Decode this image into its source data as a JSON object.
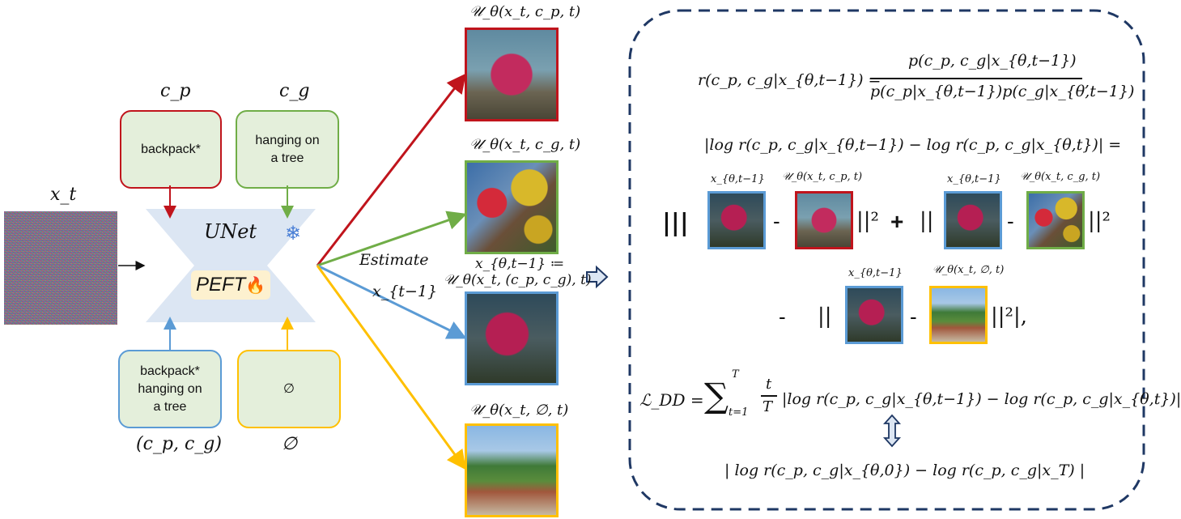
{
  "inputs": {
    "noise_label": "x_t",
    "cond_p_label": "c_p",
    "cond_g_label": "c_g",
    "cond_pg_label": "(c_p, c_g)",
    "cond_null_label": "∅"
  },
  "boxes": {
    "backpack": "backpack*",
    "tree": "hanging on\na tree",
    "combined": "backpack*\nhanging on\na tree",
    "null": "∅"
  },
  "unet": {
    "title": "UNet",
    "peft": "PEFT",
    "peft_emoji": "🔥",
    "frozen_icon": "❄"
  },
  "estimate": {
    "line1": "Estimate",
    "line2": "x_{t−1}"
  },
  "outputs": {
    "u_p": "𝒰_θ(x_t, c_p, t)",
    "u_g": "𝒰_θ(x_t, c_g, t)",
    "x_theta_def1": "x_{θ,t−1} ≔",
    "x_theta_def2": "𝒰_θ(x_t, (c_p, c_g), t)",
    "u_null": "𝒰_θ(x_t, ∅, t)"
  },
  "equations": {
    "ratio_lhs": "r(c_p, c_g|x_{θ,t−1}) =",
    "ratio_num": "p(c_p, c_g|x_{θ,t−1})",
    "ratio_den": "p(c_p|x_{θ,t−1})p(c_g|x_{θ,t−1})",
    "ratio_comma": ",",
    "diff_line": "|log r(c_p, c_g|x_{θ,t−1}) − log r(c_p, c_g|x_{θ,t})| =",
    "img_label_xtheta": "x_{θ,t−1}",
    "img_label_up": "𝒰_θ(x_t, c_p, t)",
    "img_label_ug": "𝒰_θ(x_t, c_g, t)",
    "img_label_unull": "𝒰_θ(x_t, ∅, t)",
    "loss_lhs": "ℒ_DD =",
    "loss_sum": "∑",
    "loss_sum_top": "T",
    "loss_sum_bottom": "t=1",
    "loss_frac_num": "t",
    "loss_frac_den": "T",
    "loss_rhs": "|log r(c_p, c_g|x_{θ,t−1}) − log r(c_p, c_g|x_{θ,t})|",
    "final": "| log r(c_p, c_g|x_{θ,0}) − log r(c_p, c_g|x_T) |"
  },
  "colors": {
    "red": "#c0141c",
    "green": "#70ad47",
    "blue": "#5b9bd5",
    "yellow": "#ffc000",
    "unet_fill": "#dce6f3",
    "dashed_border": "#1f3864"
  }
}
